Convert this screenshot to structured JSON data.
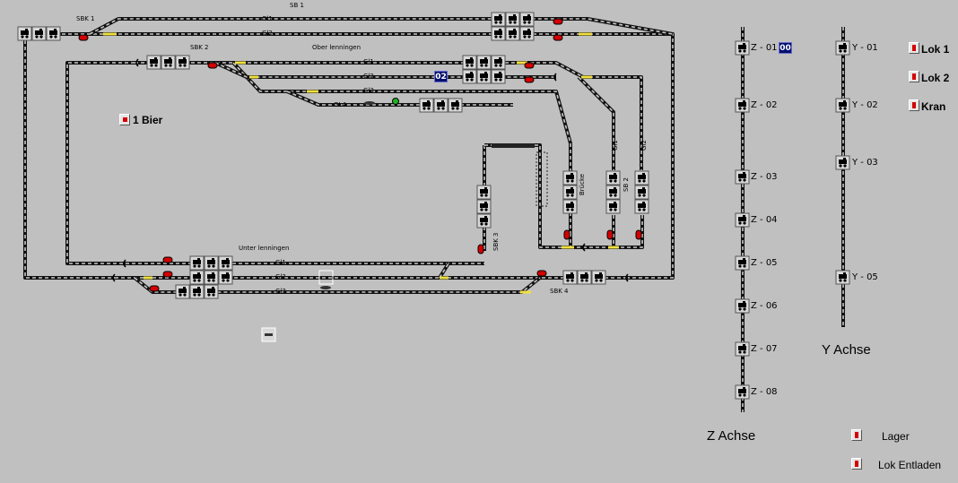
{
  "labels": {
    "sbk1": "SBK 1",
    "sb1": "SB 1",
    "gl1_top": "Gl1",
    "gl2_top": "Gl2",
    "sbk2": "SBK 2",
    "ober": "Ober lenningen",
    "ober_gl1": "Gl1",
    "ober_gl2": "Gl2",
    "ober_gl3": "Gl3",
    "ober_gl4": "GL4",
    "bruecke": "Brücke",
    "sb2": "SB 2",
    "sb2_gl1": "Gl1",
    "sb2_gl2": "Gl2",
    "sbk3": "SBK 3",
    "unter": "Unter lenningen",
    "unter_gl1": "Gl1",
    "unter_gl2": "Gl2",
    "unter_gl3": "Gl3",
    "sbk4": "SBK 4"
  },
  "badges": {
    "z01_value": "00",
    "ober_gl2_value": "02"
  },
  "z_positions": [
    "Z - 01",
    "Z - 02",
    "Z - 03",
    "Z - 04",
    "Z - 05",
    "Z - 06",
    "Z - 07",
    "Z - 08"
  ],
  "y_positions": [
    "Y - 01",
    "Y - 02",
    "Y - 03",
    "Y - 05"
  ],
  "axes": {
    "z": "Z Achse",
    "y": "Y Achse"
  },
  "controls": {
    "bier": "1 Bier",
    "lok1": "Lok 1",
    "lok2": "Lok 2",
    "kran": "Kran",
    "lager": "Lager",
    "lok_entladen": "Lok Entladen"
  },
  "colors": {
    "background": "#c0c0c0",
    "track": "#111111",
    "tie": "#c8c8c8",
    "signal_red": "#d40000",
    "signal_green": "#20b020",
    "occupied_yellow": "#f0e040",
    "badge_blue": "#00106a"
  }
}
